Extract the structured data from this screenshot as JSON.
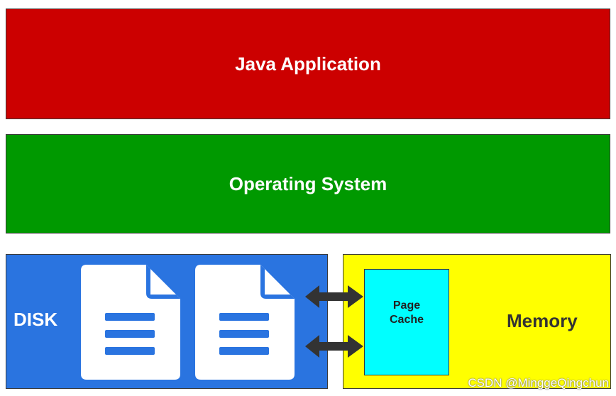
{
  "layers": {
    "app": {
      "label": "Java Application",
      "color": "#cc0000"
    },
    "os": {
      "label": "Operating System",
      "color": "#009900"
    }
  },
  "disk": {
    "label": "DISK",
    "color": "#2a74e0",
    "icons": [
      "document-icon",
      "document-icon"
    ]
  },
  "memory": {
    "label": "Memory",
    "color": "#ffff00"
  },
  "page_cache": {
    "label": "Page\nCache",
    "color": "#00ffff"
  },
  "connectors": [
    "double-arrow-icon",
    "double-arrow-icon"
  ],
  "watermark": "CSDN @MinggeQingchun"
}
